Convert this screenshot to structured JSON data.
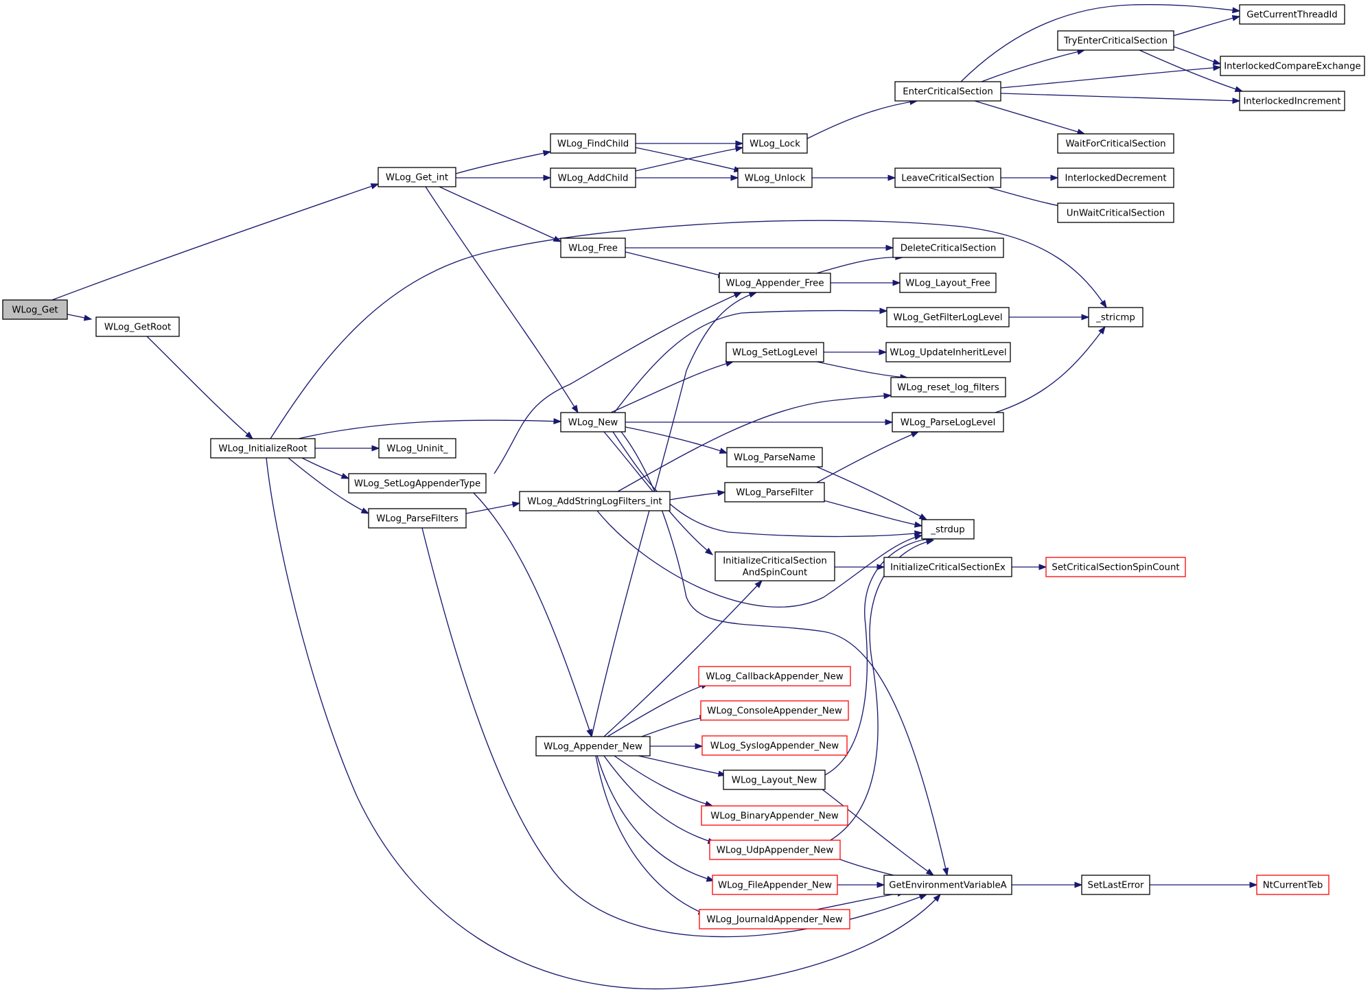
{
  "graph": {
    "colors": {
      "edge": "#191970",
      "node_border": "#000000",
      "truncated_border": "#ff0000",
      "root_fill": "#bfbfbf",
      "node_fill": "#ffffff"
    },
    "nodes": [
      {
        "id": "wlog_get",
        "lines": [
          "WLog_Get"
        ],
        "root": true
      },
      {
        "id": "wlog_getroot",
        "lines": [
          "WLog_GetRoot"
        ]
      },
      {
        "id": "wlog_initializeroot",
        "lines": [
          "WLog_InitializeRoot"
        ]
      },
      {
        "id": "wlog_get_int",
        "lines": [
          "WLog_Get_int"
        ]
      },
      {
        "id": "wlog_findchild",
        "lines": [
          "WLog_FindChild"
        ]
      },
      {
        "id": "wlog_addchild",
        "lines": [
          "WLog_AddChild"
        ]
      },
      {
        "id": "wlog_free",
        "lines": [
          "WLog_Free"
        ]
      },
      {
        "id": "wlog_new",
        "lines": [
          "WLog_New"
        ]
      },
      {
        "id": "wlog_uninit",
        "lines": [
          "WLog_Uninit_"
        ]
      },
      {
        "id": "wlog_setlogappendertype",
        "lines": [
          "WLog_SetLogAppenderType"
        ]
      },
      {
        "id": "wlog_parsefilters",
        "lines": [
          "WLog_ParseFilters"
        ]
      },
      {
        "id": "wlog_addstringlogfilters_int",
        "lines": [
          "WLog_AddStringLogFilters_int"
        ]
      },
      {
        "id": "wlog_appender_new",
        "lines": [
          "WLog_Appender_New"
        ]
      },
      {
        "id": "wlog_lock",
        "lines": [
          "WLog_Lock"
        ]
      },
      {
        "id": "wlog_unlock",
        "lines": [
          "WLog_Unlock"
        ]
      },
      {
        "id": "wlog_appender_free",
        "lines": [
          "WLog_Appender_Free"
        ]
      },
      {
        "id": "wlog_setloglevel",
        "lines": [
          "WLog_SetLogLevel"
        ]
      },
      {
        "id": "wlog_parsename",
        "lines": [
          "WLog_ParseName"
        ]
      },
      {
        "id": "wlog_parsefilter",
        "lines": [
          "WLog_ParseFilter"
        ]
      },
      {
        "id": "initializecriticalsectionandspincount",
        "lines": [
          "InitializeCriticalSection",
          "AndSpinCount"
        ]
      },
      {
        "id": "wlog_callbackappender_new",
        "lines": [
          "WLog_CallbackAppender_New"
        ],
        "truncated": true
      },
      {
        "id": "wlog_consoleappender_new",
        "lines": [
          "WLog_ConsoleAppender_New"
        ],
        "truncated": true
      },
      {
        "id": "wlog_syslogappender_new",
        "lines": [
          "WLog_SyslogAppender_New"
        ],
        "truncated": true
      },
      {
        "id": "wlog_layout_new",
        "lines": [
          "WLog_Layout_New"
        ]
      },
      {
        "id": "wlog_binaryappender_new",
        "lines": [
          "WLog_BinaryAppender_New"
        ],
        "truncated": true
      },
      {
        "id": "wlog_udpappender_new",
        "lines": [
          "WLog_UdpAppender_New"
        ],
        "truncated": true
      },
      {
        "id": "wlog_fileappender_new",
        "lines": [
          "WLog_FileAppender_New"
        ],
        "truncated": true
      },
      {
        "id": "wlog_journaldappender_new",
        "lines": [
          "WLog_JournaldAppender_New"
        ],
        "truncated": true
      },
      {
        "id": "entercriticalsection",
        "lines": [
          "EnterCriticalSection"
        ]
      },
      {
        "id": "leavecriticalsection",
        "lines": [
          "LeaveCriticalSection"
        ]
      },
      {
        "id": "deletecriticalsection",
        "lines": [
          "DeleteCriticalSection"
        ]
      },
      {
        "id": "wlog_layout_free",
        "lines": [
          "WLog_Layout_Free"
        ]
      },
      {
        "id": "wlog_getfilterloglevel",
        "lines": [
          "WLog_GetFilterLogLevel"
        ]
      },
      {
        "id": "wlog_updateinheritlevel",
        "lines": [
          "WLog_UpdateInheritLevel"
        ]
      },
      {
        "id": "wlog_reset_log_filters",
        "lines": [
          "WLog_reset_log_filters"
        ]
      },
      {
        "id": "wlog_parseloglevel",
        "lines": [
          "WLog_ParseLogLevel"
        ]
      },
      {
        "id": "strdup",
        "lines": [
          "_strdup"
        ]
      },
      {
        "id": "initializecriticalsectionex",
        "lines": [
          "InitializeCriticalSectionEx"
        ]
      },
      {
        "id": "getenvironmentvariablea",
        "lines": [
          "GetEnvironmentVariableA"
        ]
      },
      {
        "id": "trycriticalsection",
        "lines": [
          "TryEnterCriticalSection"
        ]
      },
      {
        "id": "waitforcriticalsection",
        "lines": [
          "WaitForCriticalSection"
        ]
      },
      {
        "id": "interlockeddecrement",
        "lines": [
          "InterlockedDecrement"
        ]
      },
      {
        "id": "unwaitcriticalsection",
        "lines": [
          "UnWaitCriticalSection"
        ]
      },
      {
        "id": "stricmp",
        "lines": [
          "_stricmp"
        ]
      },
      {
        "id": "setcriticalsectionspincount",
        "lines": [
          "SetCriticalSectionSpinCount"
        ],
        "truncated": true
      },
      {
        "id": "setlasterror",
        "lines": [
          "SetLastError"
        ]
      },
      {
        "id": "getcurrentthreadid",
        "lines": [
          "GetCurrentThreadId"
        ]
      },
      {
        "id": "interlockedcompareexchange",
        "lines": [
          "InterlockedCompareExchange"
        ]
      },
      {
        "id": "interlockedincrement",
        "lines": [
          "InterlockedIncrement"
        ]
      },
      {
        "id": "ntcurrentteb",
        "lines": [
          "NtCurrentTeb"
        ],
        "truncated": true
      }
    ]
  }
}
